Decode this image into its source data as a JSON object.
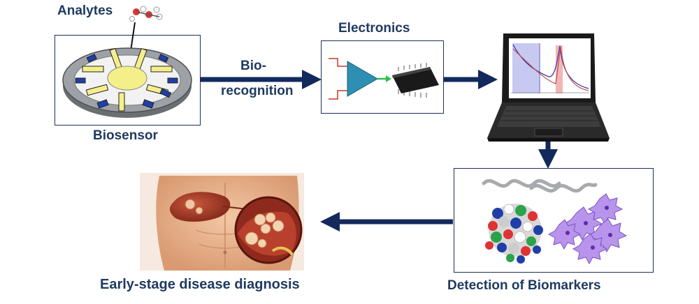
{
  "labels": {
    "analytes": "Analytes",
    "biosensor": "Biosensor",
    "electronics": "Electronics",
    "biorecognition_line1": "Bio-",
    "biorecognition_line2": "recognition",
    "detection": "Detection of Biomarkers",
    "diagnosis": "Early-stage disease diagnosis"
  },
  "colors": {
    "arrow": "#13295c",
    "label_text": "#1f3a5f",
    "box_border": "#1b2f5c",
    "amplifier": "#2f8fb3",
    "sensor_yellow": "#f5ef8a",
    "sensor_blue": "#1f3fa8",
    "cell_purple": "#a77fe0"
  }
}
